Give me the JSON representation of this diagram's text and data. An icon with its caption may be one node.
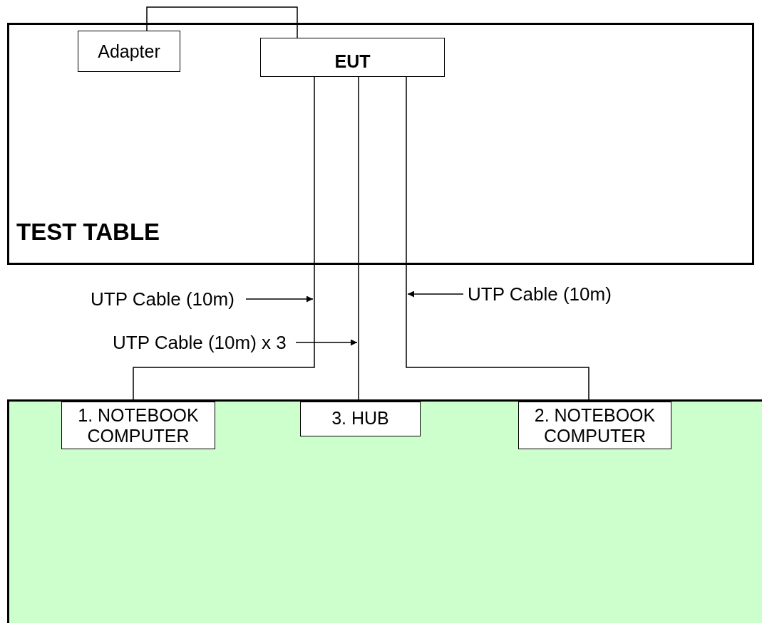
{
  "diagram": {
    "nodes": [
      {
        "text": [
          "TEST TABLE"
        ]
      },
      {
        "text": [
          "Adapter"
        ],
        "in": 0
      },
      {
        "text": [
          "EUT"
        ],
        "in": 0
      },
      {
        "text": [
          "UTP Cable (10m)"
        ]
      },
      {
        "text": [
          "UTP Cable (10m)"
        ]
      },
      {
        "text": [
          "UTP Cable (10m) x 3"
        ]
      },
      {
        "text": [],
        "shape": "box"
      },
      {
        "text": [
          "1. NOTEBOOK COMPUTER"
        ],
        "in": 6
      },
      {
        "text": [
          "3. HUB"
        ],
        "in": 6
      },
      {
        "text": [
          "2. NOTEBOOK COMPUTER"
        ],
        "in": 6
      }
    ],
    "edges": [
      {
        "from": 1,
        "to": 2,
        "arrow": "none"
      },
      {
        "from": 2,
        "to": 7,
        "arrow": "none"
      },
      {
        "from": 2,
        "to": 8,
        "arrow": "none"
      },
      {
        "from": 2,
        "to": 9,
        "arrow": "none"
      },
      {
        "from": 3,
        "to": null,
        "arrow": "to"
      },
      {
        "from": 4,
        "to": null,
        "arrow": "to"
      },
      {
        "from": 5,
        "to": null,
        "arrow": "to"
      }
    ]
  }
}
